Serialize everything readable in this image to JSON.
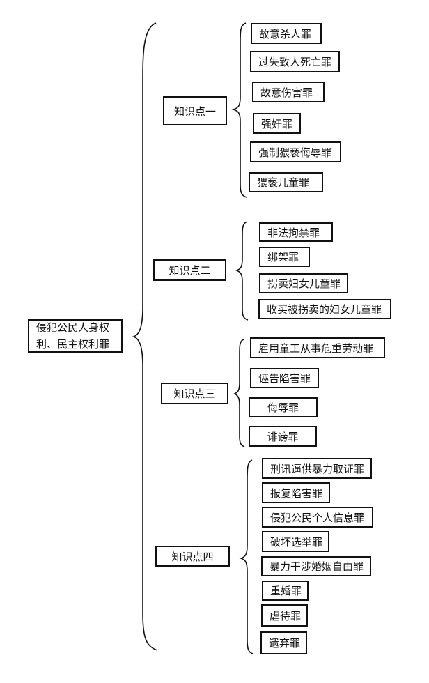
{
  "root": {
    "line1": "侵犯公民人身权",
    "line2": "利、民主权利罪"
  },
  "groups": [
    {
      "label": "知识点一",
      "items": [
        "故意杀人罪",
        "过失致人死亡罪",
        "故意伤害罪",
        "强奸罪",
        "强制猥亵侮辱罪",
        "猥亵儿童罪"
      ]
    },
    {
      "label": "知识点二",
      "items": [
        "非法拘禁罪",
        "绑架罪",
        "拐卖妇女儿童罪",
        "收买被拐卖的妇女儿童罪"
      ]
    },
    {
      "label": "知识点三",
      "items": [
        "雇用童工从事危重劳动罪",
        "诬告陷害罪",
        "侮辱罪",
        "诽谤罪"
      ]
    },
    {
      "label": "知识点四",
      "items": [
        "刑讯逼供暴力取证罪",
        "报复陷害罪",
        "侵犯公民个人信息罪",
        "破坏选举罪",
        "暴力干涉婚姻自由罪",
        "重婚罪",
        "虐待罪",
        "遗弃罪"
      ]
    }
  ]
}
